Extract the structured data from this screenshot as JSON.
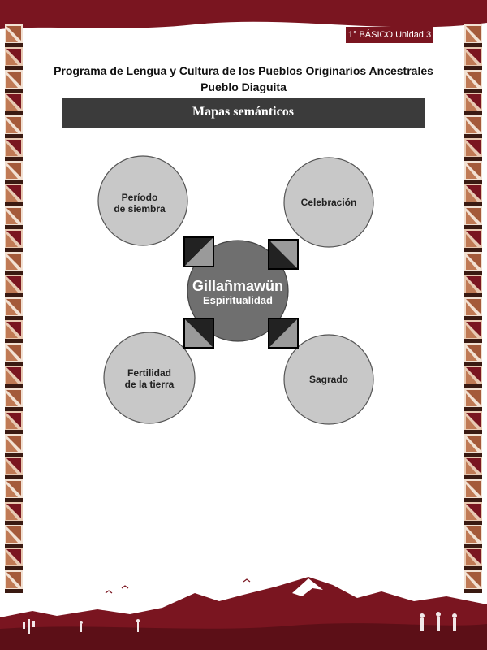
{
  "header": {
    "grade_badge": "1° BÁSICO Unidad 3",
    "program_title": "Programa de Lengua y Cultura de los Pueblos Originarios Ancestrales",
    "people": "Pueblo Diaguita"
  },
  "section": {
    "title": "Mapas semánticos"
  },
  "diagram": {
    "center": {
      "title": "Gillañmawün",
      "subtitle": "Espiritualidad"
    },
    "nodes": [
      {
        "line1": "Período",
        "line2": "de siembra"
      },
      {
        "line1": "Celebración"
      },
      {
        "line1": "Fertilidad",
        "line2": "de la tierra"
      },
      {
        "line1": "Sagrado"
      }
    ]
  },
  "colors": {
    "accent": "#7a1520",
    "bar": "#3b3b3b",
    "outer_circle": "#c8c8c8",
    "center_circle": "#6f6f6f"
  }
}
